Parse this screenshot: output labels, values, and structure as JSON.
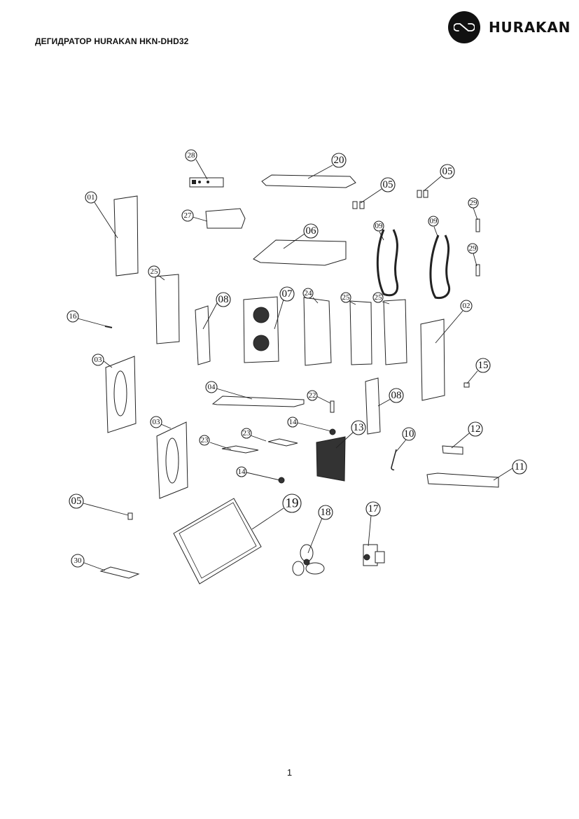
{
  "header": {
    "title": "ДЕГИДРАТОР HURAKAN HKN-DHD32",
    "brand": "HURAKAN"
  },
  "footer": {
    "page_number": "1"
  },
  "diagram": {
    "callouts": [
      "28",
      "20",
      "05",
      "05",
      "01",
      "29",
      "27",
      "06",
      "09",
      "09",
      "29",
      "25",
      "08",
      "07",
      "24",
      "25",
      "25",
      "02",
      "16",
      "03",
      "15",
      "04",
      "22",
      "08",
      "03",
      "14",
      "13",
      "12",
      "23",
      "23",
      "10",
      "14",
      "11",
      "05",
      "19",
      "18",
      "17",
      "30"
    ]
  }
}
